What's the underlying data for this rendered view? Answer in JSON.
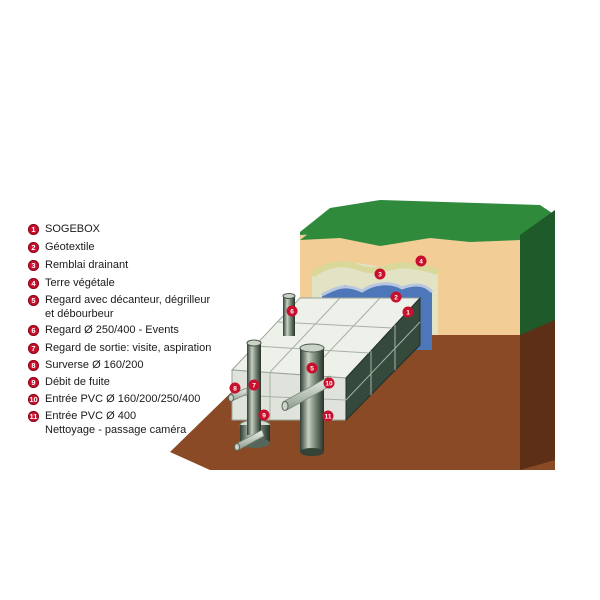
{
  "legend": [
    {
      "num": "1",
      "label": "SOGEBOX"
    },
    {
      "num": "2",
      "label": "Géotextile"
    },
    {
      "num": "3",
      "label": "Remblai drainant"
    },
    {
      "num": "4",
      "label": "Terre végétale"
    },
    {
      "num": "5",
      "label": "Regard avec décanteur, dégrilleur\net débourbeur"
    },
    {
      "num": "6",
      "label": "Regard Ø 250/400 - Events"
    },
    {
      "num": "7",
      "label": "Regard de sortie: visite, aspiration"
    },
    {
      "num": "8",
      "label": "Surverse Ø 160/200"
    },
    {
      "num": "9",
      "label": "Débit de fuite"
    },
    {
      "num": "10",
      "label": "Entrée PVC Ø 160/200/250/400"
    },
    {
      "num": "11",
      "label": "Entrée PVC Ø 400\nNettoyage - passage caméra"
    }
  ],
  "markers": [
    "1",
    "2",
    "3",
    "4",
    "5",
    "6",
    "7",
    "8",
    "9",
    "10",
    "11"
  ],
  "colors": {
    "badge": "#c8102e",
    "grass": "#2f8a3c",
    "topsoil": "#f2cd95",
    "ground": "#8a4a25",
    "geotextile": "#4d77b8",
    "drain_fill": "#e2e2c4",
    "module": "#eef0ea",
    "pipe": "#5d6f5f"
  }
}
